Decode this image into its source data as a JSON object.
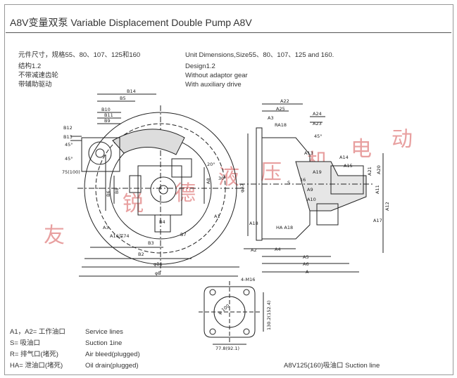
{
  "header": {
    "title": "A8V变量双泵  Variable Displacement Double Pump A8V"
  },
  "spec_cn": {
    "line1": "元件尺寸，规格55、80、107、125和160",
    "line2": "结构1.2",
    "line3": "不带减速齿轮",
    "line4": "带辅助驱动"
  },
  "spec_en": {
    "line1": "Unit Dimensions,Size55、80、107、125 and 160.",
    "line2": "Design1.2",
    "line3": "Without adaptor gear",
    "line4": "With auxiliary drive"
  },
  "legend": {
    "cn": [
      "A1，A2= 工作油口",
      "S= 吸油口",
      "R= 排气口(堵死)",
      "HA= 泄油口(堵死)"
    ],
    "en": [
      "Service lines",
      "Suction 1ine",
      "Air bleed(plugged)",
      "Oil drain(plugged)"
    ]
  },
  "footnote": "A8V125(160)吸油口  Suction line",
  "drawing_labels": {
    "b14": "B14",
    "b5": "B5",
    "b10": "B10",
    "b11": "B11",
    "b9": "B9",
    "b12": "B12",
    "b13": "B13",
    "b8": "B8",
    "b6": "B6",
    "b4": "B4",
    "b7": "B7",
    "b3": "B3",
    "b2": "B2",
    "b1": "φB1",
    "b": "φB",
    "a16": "A16深74",
    "a3": "A3",
    "a1": "A1",
    "a8": "A8",
    "angle45a": "45°",
    "angle45b": "45°",
    "angle30": "30°",
    "angle20": "20°",
    "a22": "A22",
    "a25": "A25",
    "a24": "A24",
    "a23": "A23",
    "a2": "A2",
    "a4": "A4",
    "a5": "A5",
    "a6": "A6",
    "a": "A",
    "a12": "A12",
    "a17": "A17",
    "a20": "A20",
    "a21": "A21",
    "a11": "A11",
    "a13": "A13",
    "a14": "A14",
    "a15": "A15",
    "a9": "A9",
    "a10": "A10",
    "a19": "A19",
    "a18": "A18",
    "a7": "φA7",
    "ha": "HA A18",
    "ra18": "RA18",
    "s": "S",
    "a16b": "16",
    "m16": "4-M16",
    "d1": "130.2(152.4)",
    "d2": "77.8(92.1)",
    "d3": "75(100)",
    "d4": "φ 100",
    "watermark": [
      "友",
      "锐",
      "德",
      "液",
      "压",
      "机",
      "电",
      "动"
    ]
  }
}
